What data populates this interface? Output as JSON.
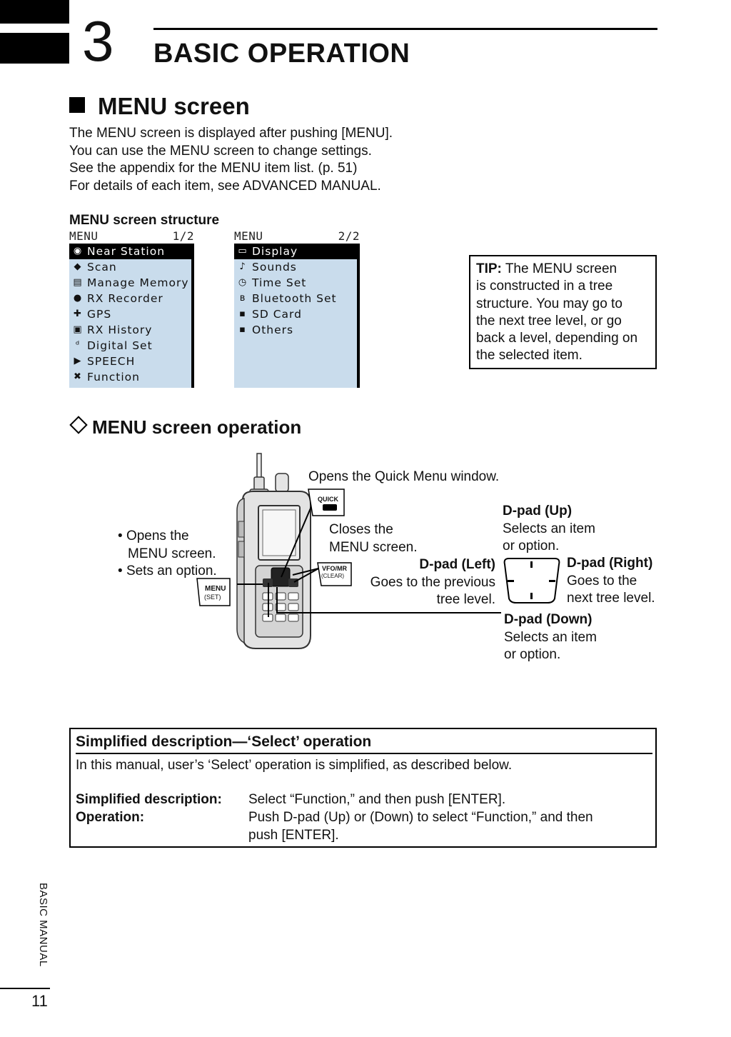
{
  "chapter": {
    "number": "3",
    "title": "BASIC OPERATION"
  },
  "section": {
    "title": "MENU screen",
    "intro": [
      "The MENU screen is displayed after pushing [MENU].",
      "You can use the MENU screen to change settings.",
      "See the appendix for the MENU item list. (p. 51)",
      "For details of each item, see ADVANCED MANUAL."
    ]
  },
  "structure": {
    "heading": "MENU screen structure",
    "screen1": {
      "title": "MENU",
      "page": "1/2",
      "items": [
        {
          "label": "Near Station",
          "icon": "◉",
          "selected": true
        },
        {
          "label": "Scan",
          "icon": "◆"
        },
        {
          "label": "Manage Memory",
          "icon": "▤"
        },
        {
          "label": "RX Recorder",
          "icon": "●"
        },
        {
          "label": "GPS",
          "icon": "✚"
        },
        {
          "label": "RX History",
          "icon": "▣"
        },
        {
          "label": "Digital Set",
          "icon": "ᵈ"
        },
        {
          "label": "SPEECH",
          "icon": "▶"
        },
        {
          "label": "Function",
          "icon": "✖"
        }
      ]
    },
    "screen2": {
      "title": "MENU",
      "page": "2/2",
      "items": [
        {
          "label": "Display",
          "icon": "▭",
          "selected": true
        },
        {
          "label": "Sounds",
          "icon": "♪"
        },
        {
          "label": "Time Set",
          "icon": "◷"
        },
        {
          "label": "Bluetooth Set",
          "icon": "ʙ"
        },
        {
          "label": "SD Card",
          "icon": "▪"
        },
        {
          "label": "Others",
          "icon": "▪"
        }
      ]
    }
  },
  "tip": {
    "label": "TIP:",
    "lines": [
      " The MENU screen",
      "is constructed in a tree",
      "structure. You may go to",
      "the next tree level, or go",
      "back a level, depending on",
      "the selected item."
    ]
  },
  "operation": {
    "heading": "MENU screen operation",
    "quick_caption": "Opens the Quick Menu window.",
    "quick_key": "QUICK",
    "menu_key": "MENU",
    "menu_key_sub": "(SET)",
    "vfo_key": "VFO/MR",
    "vfo_key_sub": "(CLEAR)",
    "menu_bullets": [
      "Opens the",
      "MENU screen.",
      "Sets an option."
    ],
    "close_caption": [
      "Closes the",
      "MENU screen."
    ],
    "dpad_up": {
      "title": "D-pad (Up)",
      "lines": [
        "Selects an item",
        "or option."
      ]
    },
    "dpad_left": {
      "title": "D-pad (Left)",
      "lines": [
        "Goes to the previous",
        "tree level."
      ]
    },
    "dpad_right": {
      "title": "D-pad (Right)",
      "lines": [
        "Goes to the",
        "next tree level."
      ]
    },
    "dpad_down": {
      "title": "D-pad (Down)",
      "lines": [
        "Selects an item",
        "or option."
      ]
    }
  },
  "simplified": {
    "title": "Simplified description—‘Select’ operation",
    "intro": "In this manual, user’s ‘Select’ operation is simplified, as described below.",
    "desc_label": "Simplified description:",
    "desc_value": "Select “Function,” and then push [ENTER].",
    "op_label": "Operation:",
    "op_value_1": "Push D-pad (Up) or (Down) to select “Function,” and then",
    "op_value_2": "push [ENTER]."
  },
  "footer": {
    "side_label": "BASIC MANUAL",
    "page_number": "11"
  }
}
